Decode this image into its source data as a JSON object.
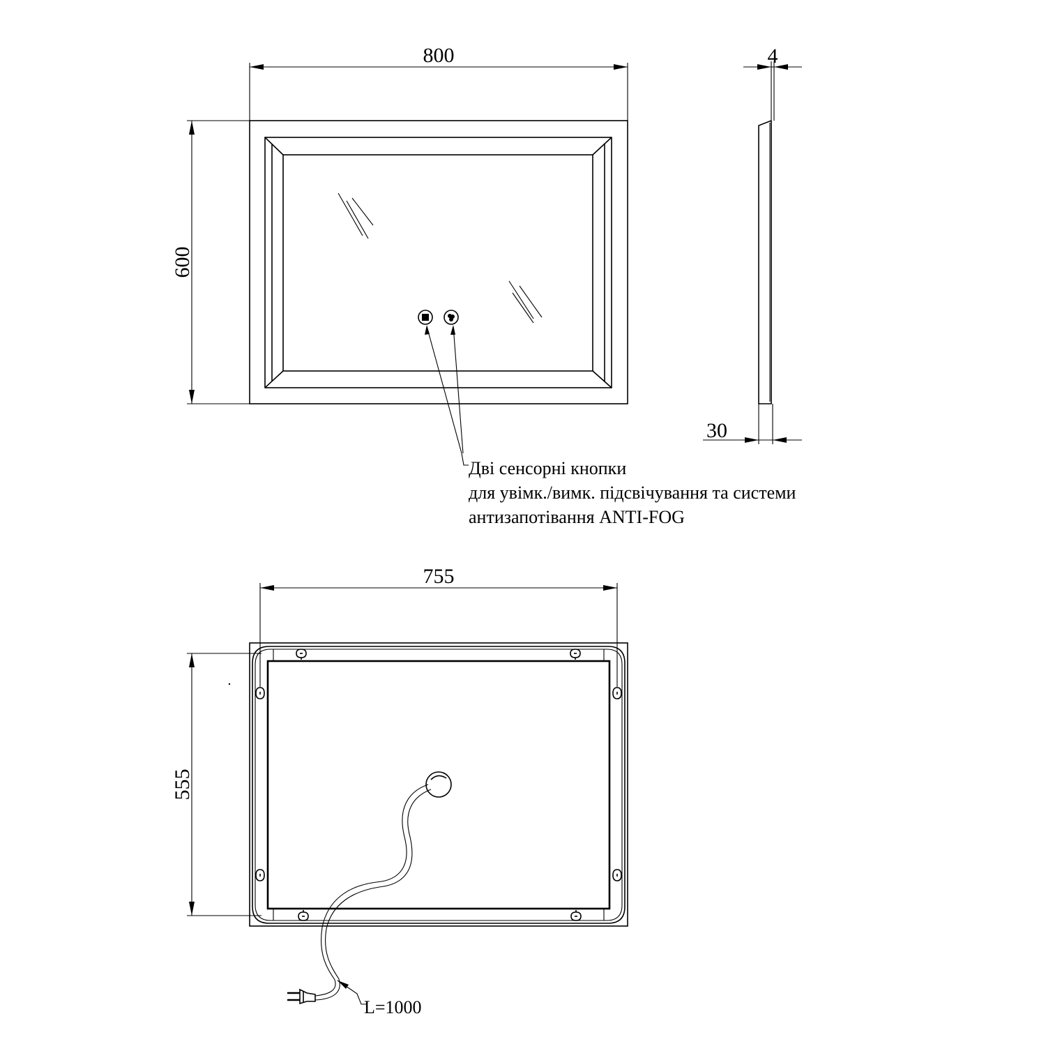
{
  "front_view": {
    "width_label": "800",
    "height_label": "600",
    "buttons_note": [
      "Дві сенсорні кнопки",
      "для увімк./вимк. підсвічування та системи",
      "антизапотівання ANTI-FOG"
    ]
  },
  "side_view": {
    "top_thickness_label": "4",
    "depth_label": "30"
  },
  "back_view": {
    "width_label": "755",
    "height_label": "555",
    "cable_label": "L=1000"
  },
  "icons": [
    "light-touch-button-icon",
    "anti-fog-touch-button-icon",
    "mounting-hole-icon",
    "power-plug-icon"
  ]
}
